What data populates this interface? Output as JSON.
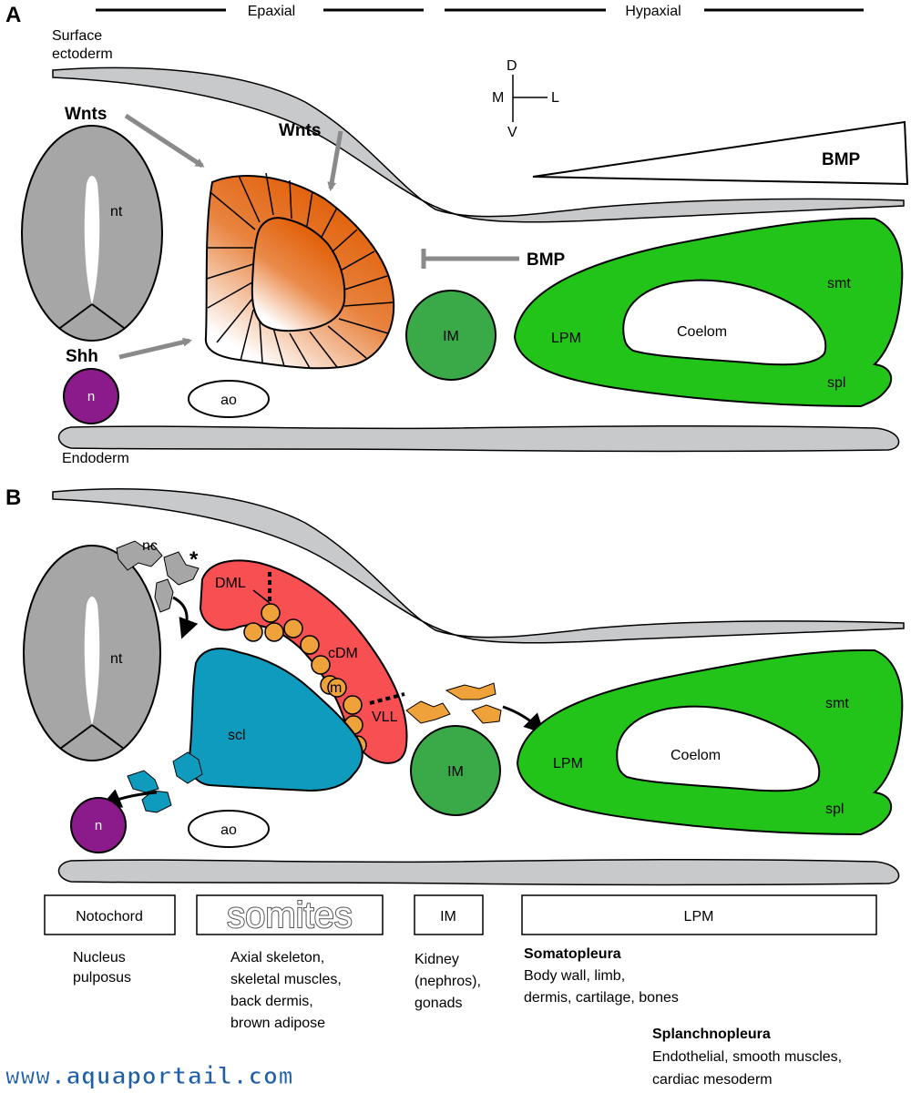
{
  "header": {
    "epaxial": "Epaxial",
    "hypaxial": "Hypaxial"
  },
  "panel_a": {
    "letter": "A",
    "surface_ectoderm_1": "Surface",
    "surface_ectoderm_2": "ectoderm",
    "wnts_left": "Wnts",
    "wnts_top": "Wnts",
    "shh": "Shh",
    "bmp_gradient": "BMP",
    "bmp_inhibit": "BMP",
    "nt": "nt",
    "n": "n",
    "ao": "ao",
    "im": "IM",
    "lpm": "LPM",
    "coelom": "Coelom",
    "smt": "smt",
    "spl": "spl",
    "endoderm": "Endoderm",
    "axis": {
      "d": "D",
      "m": "M",
      "l": "L",
      "v": "V"
    }
  },
  "panel_b": {
    "letter": "B",
    "nc": "nc",
    "asterisk": "*",
    "dml": "DML",
    "cdm": "cDM",
    "m": "m",
    "vll": "VLL",
    "scl": "scl",
    "nt": "nt",
    "n": "n",
    "ao": "ao",
    "im": "IM",
    "lpm": "LPM",
    "coelom": "Coelom",
    "smt": "smt",
    "spl": "spl"
  },
  "legend": {
    "notochord": {
      "box": "Notochord",
      "lines": [
        "Nucleus",
        "pulposus"
      ]
    },
    "somites": {
      "box": "somites",
      "lines": [
        "Axial skeleton,",
        "skeletal muscles,",
        "back dermis,",
        "brown adipose"
      ]
    },
    "im": {
      "box": "IM",
      "lines": [
        "Kidney",
        "(nephros),",
        "gonads"
      ]
    },
    "lpm": {
      "box": "LPM",
      "somatopleura_title": "Somatopleura",
      "somatopleura_lines": [
        "Body wall, limb,",
        "dermis, cartilage, bones"
      ],
      "splanchnopleura_title": "Splanchnopleura",
      "splanchnopleura_lines": [
        "Endothelial, smooth muscles,",
        "cardiac mesoderm"
      ]
    }
  },
  "watermark": "www.aquaportail.com",
  "colors": {
    "grey_tissue": "#c8c9cb",
    "neural_tube": "#a6a6a6",
    "somite_orange": "#e05a00",
    "dermomyotome_red": "#f74f52",
    "myotome_orange": "#f0a23a",
    "sclerotome_blue": "#0f9bbd",
    "notochord_purple": "#8b1a8b",
    "im_green": "#3aaa48",
    "lpm_green": "#22c41a",
    "arrow_grey": "#8a8a8a",
    "watermark_blue": "#1f5fa8"
  }
}
